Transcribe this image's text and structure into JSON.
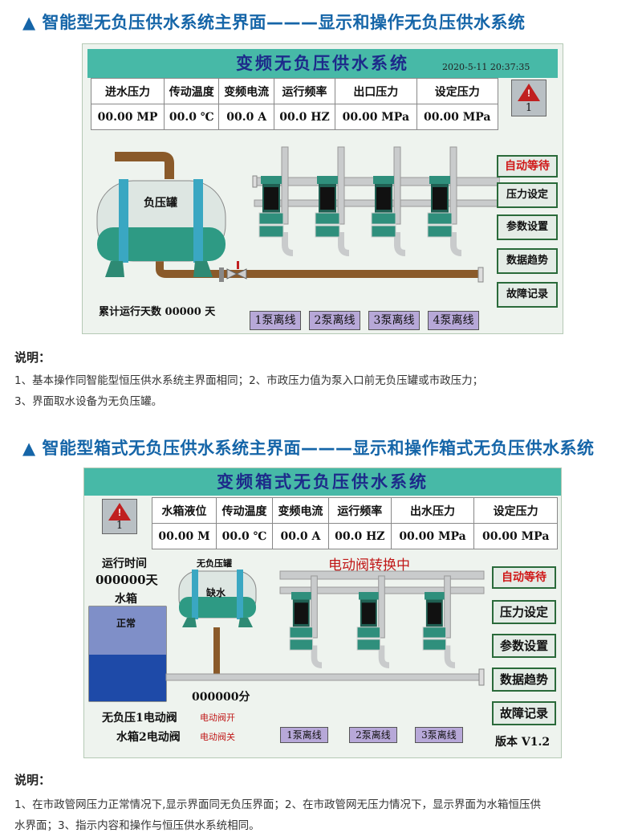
{
  "section1": {
    "heading": "▲ 智能型无负压供水系统主界面———显示和操作无负压供水系统",
    "screen_title": "变频无负压供水系统",
    "timestamp": "2020-5-11 20:37:35",
    "params": {
      "headers": [
        "进水压力",
        "传动温度",
        "变频电流",
        "运行频率",
        "出口压力",
        "设定压力"
      ],
      "values": [
        "00.00 MP",
        "00.0 ℃",
        "00.0 A",
        "00.0 HZ",
        "00.00 MPa",
        "00.00 MPa"
      ]
    },
    "alarm_count": "1",
    "tank_label": "负压罐",
    "run_days": "累计运行天数 00000 天",
    "status": "自动等待",
    "side_buttons": [
      "压力设定",
      "参数设置",
      "数据趋势",
      "故障记录"
    ],
    "pump_buttons": [
      "1泵离线",
      "2泵离线",
      "3泵离线",
      "4泵离线"
    ],
    "note_title": "说明：",
    "notes": [
      "1、基本操作同智能型恒压供水系统主界面相同；2、市政压力值为泵入口前无负压罐或市政压力；",
      "3、界面取水设备为无负压罐。"
    ]
  },
  "section2": {
    "heading": "▲ 智能型箱式无负压供水系统主界面———显示和操作箱式无负压供水系统",
    "screen_title": "变频箱式无负压供水系统",
    "params": {
      "headers": [
        "水箱液位",
        "传动温度",
        "变频电流",
        "运行频率",
        "出水压力",
        "设定压力"
      ],
      "values": [
        "00.00  M",
        "00.0 ℃",
        "00.0 A",
        "00.0 HZ",
        "00.00 MPa",
        "00.00 MPa"
      ]
    },
    "alarm_count": "1",
    "run_time_label": "运行时间",
    "run_time_value": "000000天",
    "water_tank_label": "水箱",
    "water_tank_status": "正常",
    "neg_tank_label": "无负压罐",
    "neg_tank_status": "缺水",
    "valve_switching": "电动阀转换中",
    "minutes": "000000分",
    "valve1_label": "无负压1电动阀",
    "valve1_state": "电动阀开",
    "valve2_label": "水箱2电动阀",
    "valve2_state": "电动阀关",
    "status": "自动等待",
    "side_buttons": [
      "压力设定",
      "参数设置",
      "数据趋势",
      "故障记录"
    ],
    "pump_buttons": [
      "1泵离线",
      "2泵离线",
      "3泵离线"
    ],
    "version": "版本 V1.2",
    "note_title": "说明：",
    "notes": [
      "1、在市政管网压力正常情况下,显示界面同无负压界面；2、在市政管网无压力情况下，显示界面为水箱恒压供",
      "水界面；3、指示内容和操作与恒压供水系统相同。"
    ]
  },
  "colors": {
    "heading": "#1565a8",
    "screen_bar": "#47b9a7",
    "screen_title_text": "#1d2a8a",
    "pump_button": "#b7a8d8",
    "status_text": "#d01818",
    "pipe_brown": "#8a5a2a",
    "pipe_gray": "#c9cbcc",
    "pump_teal": "#2f8f7c"
  },
  "icons": [
    "alarm-triangle-icon",
    "pump-icon",
    "tank-icon",
    "valve-icon"
  ]
}
